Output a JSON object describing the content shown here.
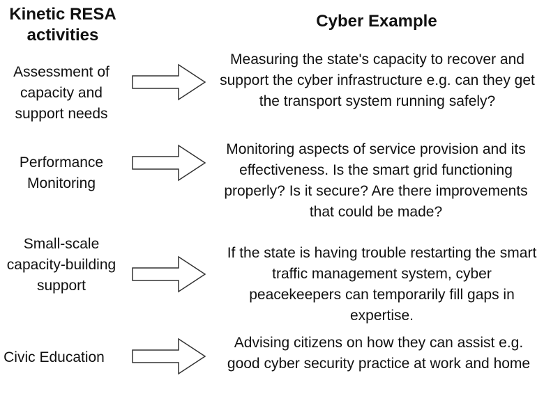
{
  "header": {
    "left_title": "Kinetic RESA activities",
    "right_title": "Cyber Example"
  },
  "rows": [
    {
      "activity": "Assessment of capacity and support needs",
      "example": "Measuring the state's capacity to recover and support the cyber infrastructure e.g. can they get the transport system running safely?"
    },
    {
      "activity": "Performance Monitoring",
      "example": "Monitoring aspects of service provision and its effectiveness.  Is the smart grid functioning properly? Is it secure?  Are there improvements that could be made?"
    },
    {
      "activity": "Small-scale capacity-building support",
      "example": "If the state is having trouble restarting the smart traffic management system, cyber peacekeepers can temporarily fill gaps in expertise."
    },
    {
      "activity": "Civic Education",
      "example": "Advising citizens on how they can assist e.g. good cyber security practice at work and home"
    }
  ],
  "icons": {
    "arrow": "right-arrow-icon"
  },
  "colors": {
    "text": "#111111",
    "arrow_stroke": "#333333",
    "arrow_fill": "#ffffff"
  }
}
